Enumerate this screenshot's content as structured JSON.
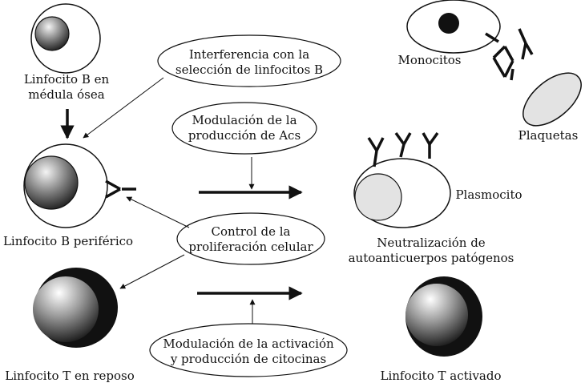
{
  "cells": {
    "b_marrow": "Linfocito B en\nmédula ósea",
    "b_peripheral": "Linfocito B periférico",
    "t_resting": "Linfocito T en reposo",
    "t_activated": "Linfocito T activado",
    "monocytes": "Monocitos",
    "platelets": "Plaquetas",
    "plasmocyte": "Plasmocito",
    "neutralization": "Neutralización de\nautoanticuerpos patógenos"
  },
  "mechanisms": {
    "b_selection": "Interferencia con la\nselección de linfocitos B",
    "antibody_production": "Modulación de la\nproducción de Acs",
    "proliferation": "Control de la\nproliferación celular",
    "activation": "Modulación de la activación\ny producción de citocinas"
  },
  "colors": {
    "line": "#111111",
    "cell_fill": "#ffffff",
    "platelet_fill": "#e3e3e3",
    "t_cell_ring": "#111111"
  }
}
